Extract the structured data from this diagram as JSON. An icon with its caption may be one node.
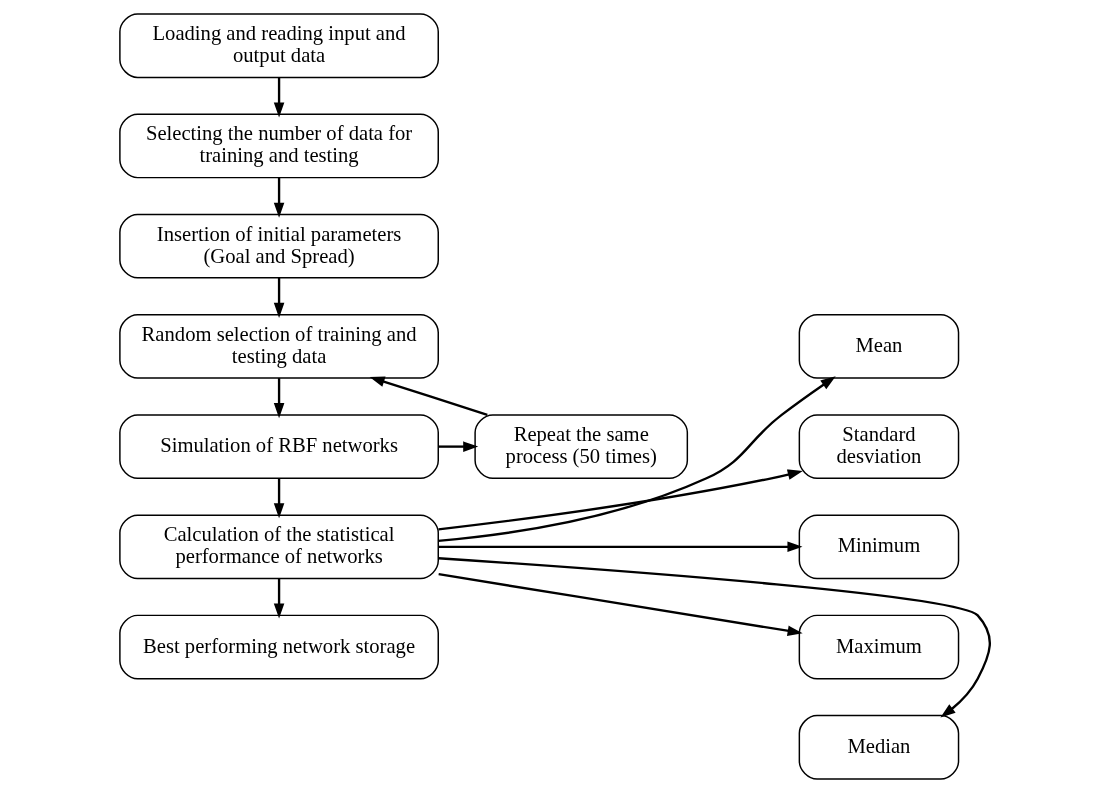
{
  "diagram": {
    "nodes": [
      {
        "text": [
          "Loading and reading input and output data"
        ]
      },
      {
        "text": [
          "Selecting the number of data for training and testing"
        ]
      },
      {
        "text": [
          "Insertion of initial parameters (Goal and Spread)"
        ]
      },
      {
        "text": [
          "Random selection of training and testing data"
        ]
      },
      {
        "text": [
          "Repeat the same process (50 times)"
        ]
      },
      {
        "text": [
          "Simulation of RBF networks"
        ]
      },
      {
        "text": [
          "Calculation of the statistical performance of networks"
        ]
      },
      {
        "text": [
          "Best performing network storage"
        ]
      },
      {
        "text": [
          "Mean"
        ]
      },
      {
        "text": [
          "Standard desviation"
        ]
      },
      {
        "text": [
          "Minimum"
        ]
      },
      {
        "text": [
          "Maximum"
        ]
      },
      {
        "text": [
          "Median"
        ]
      }
    ],
    "edges": [
      {
        "from": 0,
        "to": 1,
        "arrow": "to"
      },
      {
        "from": 1,
        "to": 2,
        "arrow": "to"
      },
      {
        "from": 2,
        "to": 3,
        "arrow": "to"
      },
      {
        "from": 3,
        "to": 5,
        "arrow": "to"
      },
      {
        "from": 5,
        "to": 4,
        "arrow": "to"
      },
      {
        "from": 4,
        "to": 3,
        "arrow": "to"
      },
      {
        "from": 5,
        "to": 6,
        "arrow": "to"
      },
      {
        "from": 6,
        "to": 7,
        "arrow": "to"
      },
      {
        "from": 6,
        "to": 8,
        "arrow": "to"
      },
      {
        "from": 6,
        "to": 9,
        "arrow": "to"
      },
      {
        "from": 6,
        "to": 10,
        "arrow": "to"
      },
      {
        "from": 6,
        "to": 11,
        "arrow": "to"
      },
      {
        "from": 6,
        "to": 12,
        "arrow": "to"
      }
    ]
  }
}
